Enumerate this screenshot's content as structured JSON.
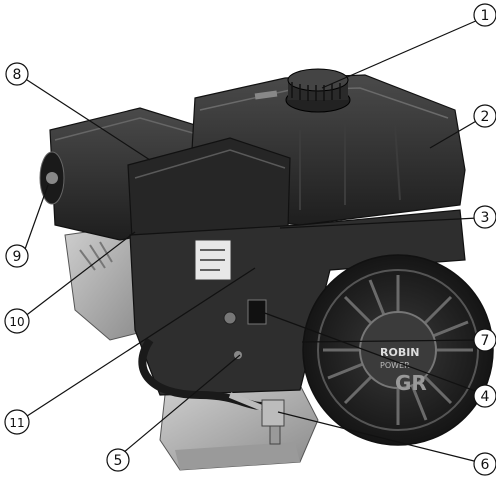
{
  "colors": {
    "background": "#ffffff",
    "engine_body": "#2b2b2b",
    "engine_highlight": "#5a5a5a",
    "metal": "#a8a8a8",
    "leader_line": "#111111"
  },
  "diagram": {
    "subject": "engine-illustration",
    "callouts": [
      {
        "id": "1",
        "label": "1"
      },
      {
        "id": "2",
        "label": "2"
      },
      {
        "id": "3",
        "label": "3"
      },
      {
        "id": "4",
        "label": "4"
      },
      {
        "id": "5",
        "label": "5"
      },
      {
        "id": "6",
        "label": "6"
      },
      {
        "id": "7",
        "label": "7"
      },
      {
        "id": "8",
        "label": "8"
      },
      {
        "id": "9",
        "label": "9"
      },
      {
        "id": "10",
        "label": "10"
      },
      {
        "id": "11",
        "label": "11"
      }
    ],
    "brand_marking": {
      "line1": "ROBIN",
      "line2": "POWER",
      "model": "GR"
    }
  }
}
